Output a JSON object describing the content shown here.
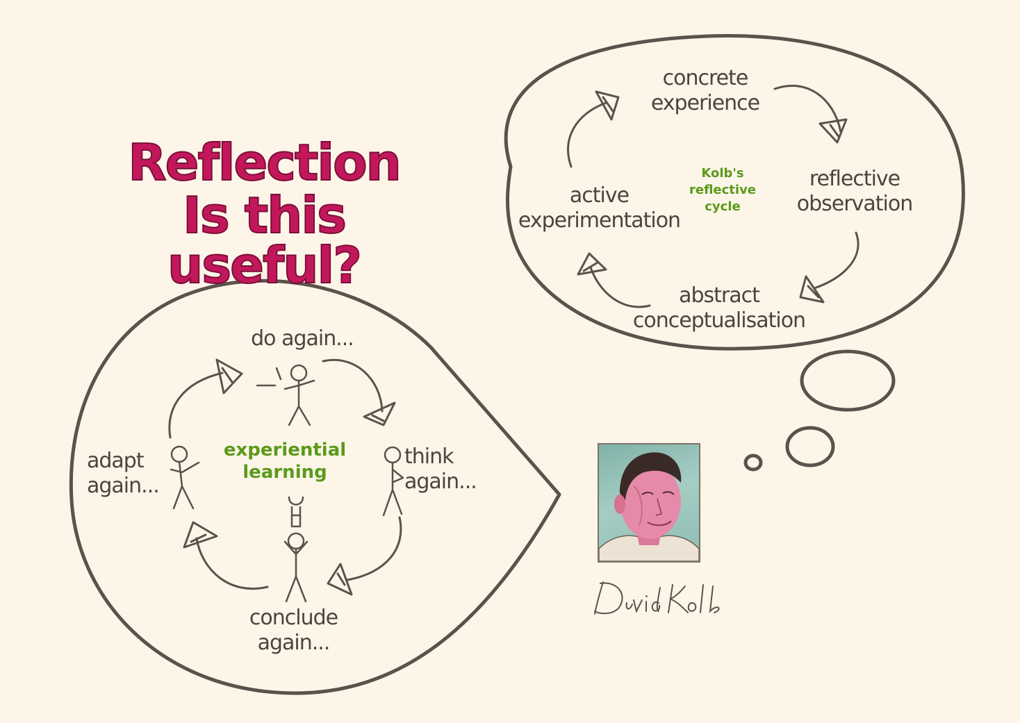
{
  "title": {
    "line1": "Reflection",
    "line2": "Is this useful?"
  },
  "kolb_cycle": {
    "center_label": [
      "Kolb's",
      "reflective",
      "cycle"
    ],
    "stages": [
      {
        "id": "concrete",
        "lines": [
          "concrete",
          "experience"
        ]
      },
      {
        "id": "reflective",
        "lines": [
          "reflective",
          "observation"
        ]
      },
      {
        "id": "abstract",
        "lines": [
          "abstract",
          "conceptualisation"
        ]
      },
      {
        "id": "active",
        "lines": [
          "active",
          "experimentation"
        ]
      }
    ]
  },
  "experiential_cycle": {
    "center_label": [
      "experiential",
      "learning"
    ],
    "stages": [
      {
        "id": "do",
        "lines": [
          "do again..."
        ]
      },
      {
        "id": "think",
        "lines": [
          "think",
          "again..."
        ]
      },
      {
        "id": "conclude",
        "lines": [
          "conclude",
          "again..."
        ]
      },
      {
        "id": "adapt",
        "lines": [
          "adapt",
          "again..."
        ]
      }
    ]
  },
  "portrait": {
    "signature": "David Kolb"
  },
  "colors": {
    "background": "#fdf5e8",
    "title": "#c2185b",
    "ink": "#4a4440",
    "accent_green": "#5a9a1a"
  }
}
